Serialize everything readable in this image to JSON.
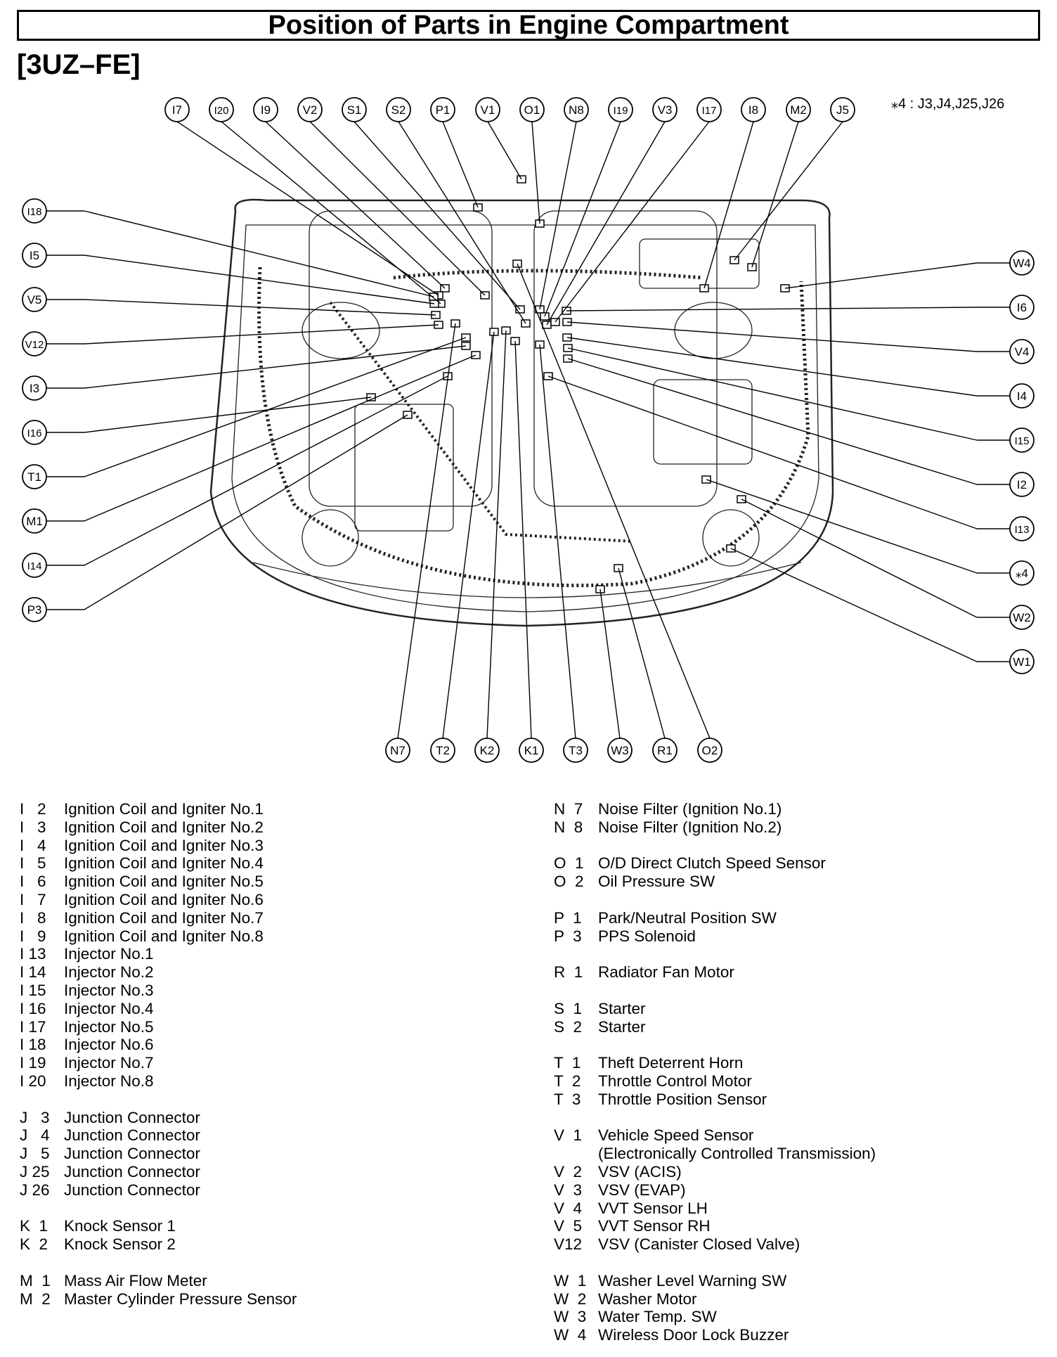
{
  "title": "Position of Parts in Engine Compartment",
  "engine_code": "[3UZ–FE]",
  "footnote": "⁎4 : J3,J4,J25,J26",
  "callouts": {
    "top": [
      "I7",
      "I20",
      "I9",
      "V2",
      "S1",
      "S2",
      "P1",
      "V1",
      "O1",
      "N8",
      "I19",
      "V3",
      "I17",
      "I8",
      "M2",
      "J5"
    ],
    "left": [
      "I18",
      "I5",
      "V5",
      "V12",
      "I3",
      "I16",
      "T1",
      "M1",
      "I14",
      "P3"
    ],
    "right": [
      "W4",
      "I6",
      "V4",
      "I4",
      "I15",
      "I2",
      "I13",
      "⁎4",
      "W2",
      "W1"
    ],
    "bottom": [
      "N7",
      "T2",
      "K2",
      "K1",
      "T3",
      "W3",
      "R1",
      "O2"
    ]
  },
  "legend_left": [
    [
      {
        "code": "I   2",
        "name": "Ignition Coil and Igniter No.1"
      },
      {
        "code": "I   3",
        "name": "Ignition Coil and Igniter No.2"
      },
      {
        "code": "I   4",
        "name": "Ignition Coil and Igniter No.3"
      },
      {
        "code": "I   5",
        "name": "Ignition Coil and Igniter No.4"
      },
      {
        "code": "I   6",
        "name": "Ignition Coil and Igniter No.5"
      },
      {
        "code": "I   7",
        "name": "Ignition Coil and Igniter No.6"
      },
      {
        "code": "I   8",
        "name": "Ignition Coil and Igniter No.7"
      },
      {
        "code": "I   9",
        "name": "Ignition Coil and Igniter No.8"
      },
      {
        "code": "I 13",
        "name": "Injector No.1"
      },
      {
        "code": "I 14",
        "name": "Injector No.2"
      },
      {
        "code": "I 15",
        "name": "Injector No.3"
      },
      {
        "code": "I 16",
        "name": "Injector No.4"
      },
      {
        "code": "I 17",
        "name": "Injector No.5"
      },
      {
        "code": "I 18",
        "name": "Injector No.6"
      },
      {
        "code": "I 19",
        "name": "Injector No.7"
      },
      {
        "code": "I 20",
        "name": "Injector No.8"
      }
    ],
    [
      {
        "code": "J   3",
        "name": "Junction Connector"
      },
      {
        "code": "J   4",
        "name": "Junction Connector"
      },
      {
        "code": "J   5",
        "name": "Junction Connector"
      },
      {
        "code": "J 25",
        "name": "Junction Connector"
      },
      {
        "code": "J 26",
        "name": "Junction Connector"
      }
    ],
    [
      {
        "code": "K  1",
        "name": "Knock Sensor 1"
      },
      {
        "code": "K  2",
        "name": "Knock Sensor 2"
      }
    ],
    [
      {
        "code": "M  1",
        "name": "Mass Air Flow Meter"
      },
      {
        "code": "M  2",
        "name": "Master Cylinder Pressure Sensor"
      }
    ]
  ],
  "legend_right": [
    [
      {
        "code": "N  7",
        "name": "Noise Filter (Ignition No.1)"
      },
      {
        "code": "N  8",
        "name": "Noise Filter (Ignition No.2)"
      }
    ],
    [
      {
        "code": "O  1",
        "name": "O/D Direct Clutch Speed Sensor"
      },
      {
        "code": "O  2",
        "name": "Oil Pressure SW"
      }
    ],
    [
      {
        "code": "P  1",
        "name": "Park/Neutral Position SW"
      },
      {
        "code": "P  3",
        "name": "PPS Solenoid"
      }
    ],
    [
      {
        "code": "R  1",
        "name": "Radiator Fan Motor"
      }
    ],
    [
      {
        "code": "S  1",
        "name": "Starter"
      },
      {
        "code": "S  2",
        "name": "Starter"
      }
    ],
    [
      {
        "code": "T  1",
        "name": "Theft Deterrent Horn"
      },
      {
        "code": "T  2",
        "name": "Throttle Control Motor"
      },
      {
        "code": "T  3",
        "name": "Throttle Position Sensor"
      }
    ],
    [
      {
        "code": "V  1",
        "name": "Vehicle Speed Sensor"
      },
      {
        "code": "",
        "name": "(Electronically Controlled Transmission)"
      },
      {
        "code": "V  2",
        "name": "VSV (ACIS)"
      },
      {
        "code": "V  3",
        "name": "VSV (EVAP)"
      },
      {
        "code": "V  4",
        "name": "VVT Sensor LH"
      },
      {
        "code": "V  5",
        "name": "VVT Sensor RH"
      },
      {
        "code": "V12",
        "name": "VSV (Canister Closed Valve)"
      }
    ],
    [
      {
        "code": "W  1",
        "name": "Washer Level Warning SW"
      },
      {
        "code": "W  2",
        "name": "Washer Motor"
      },
      {
        "code": "W  3",
        "name": "Water Temp. SW"
      },
      {
        "code": "W  4",
        "name": "Wireless Door Lock Buzzer"
      }
    ]
  ]
}
